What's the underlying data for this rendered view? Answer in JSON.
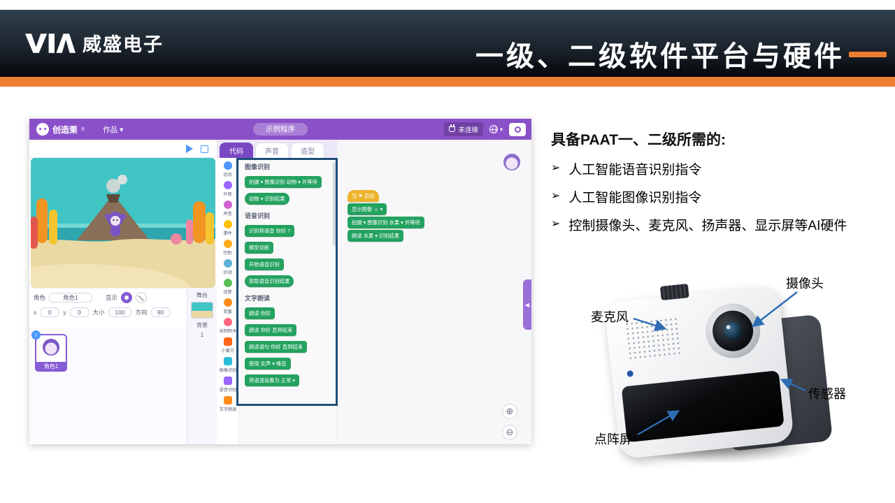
{
  "header": {
    "logo_text": "威盛电子",
    "title": "一级、二级软件平台与硬件"
  },
  "right_panel": {
    "heading": "具备PAAT一、二级所需的:",
    "bullet_marker": "➢",
    "bullets": [
      "人工智能语音识别指令",
      "人工智能图像识别指令",
      "控制摄像头、麦克风、扬声器、显示屏等AI硬件"
    ],
    "device_labels": {
      "camera": "摄像头",
      "mic": "麦克风",
      "sensor": "传感器",
      "dot_matrix": "点阵屏"
    }
  },
  "ide": {
    "menubar": {
      "app_name": "创造栗",
      "reg_mark": "®",
      "project_menu": "作品 ▾",
      "project_pill": "示例程序",
      "status": "未连接"
    },
    "tabs": [
      {
        "label": "代码"
      },
      {
        "label": "声音"
      },
      {
        "label": "造型"
      }
    ],
    "categories": [
      {
        "label": "运动",
        "color": "#4c97ff"
      },
      {
        "label": "外观",
        "color": "#9966ff"
      },
      {
        "label": "声音",
        "color": "#cf63cf"
      },
      {
        "label": "事件",
        "color": "#ffbf00"
      },
      {
        "label": "控制",
        "color": "#ffab19"
      },
      {
        "label": "侦测",
        "color": "#5cb1d6"
      },
      {
        "label": "运算",
        "color": "#59c059"
      },
      {
        "label": "变量",
        "color": "#ff8c1a"
      },
      {
        "label": "自制积木",
        "color": "#ff6680"
      },
      {
        "label": "小栗方",
        "color": "#ff661a"
      },
      {
        "label": "图像识别",
        "color": "#2bbbd6"
      },
      {
        "label": "语音识别",
        "color": "#9966ff"
      },
      {
        "label": "文字朗读",
        "color": "#ff8c1a"
      }
    ],
    "palette": {
      "sections": [
        {
          "title": "图像识别",
          "blocks": [
            "拍摄 ▾ 图像识别 动物 ▾ 并等待",
            "动物 ▾ 识别结果"
          ]
        },
        {
          "title": "语音识别",
          "blocks": [
            "识别到语音 你好 ?",
            "模型训练",
            "开始语音识别",
            "获取语音识别结果"
          ]
        },
        {
          "title": "文字朗读",
          "blocks": [
            "朗读 你好",
            "朗读 你好 直到结束",
            "朗读语句 你好 直到结束",
            "使用 女声 ▾ 嗓音",
            "将语速设置为 正常 ▾"
          ]
        }
      ]
    },
    "script": {
      "hat": "当 ⚑ 启动",
      "blocks": [
        "显示图像 ☺ ▾",
        "拍摄 ▾ 图像识别 水果 ▾ 并等待",
        "朗读 水果 ▾ 识别结果"
      ]
    },
    "sprite_panel": {
      "sprite_label": "角色",
      "sprite_name": "角色1",
      "show_label": "显示",
      "x_label": "x",
      "x_value": "0",
      "y_label": "y",
      "y_value": "0",
      "size_label": "大小",
      "size_value": "100",
      "direction_label": "方向",
      "direction_value": "90",
      "card_name": "角色1",
      "badge": "i"
    },
    "stage_panel": {
      "title": "舞台",
      "backdrop_label": "背景",
      "backdrop_count": "1"
    },
    "icons": {
      "zoom_in": "⊕",
      "zoom_out": "⊖",
      "collapse_arrow": "◀"
    }
  }
}
